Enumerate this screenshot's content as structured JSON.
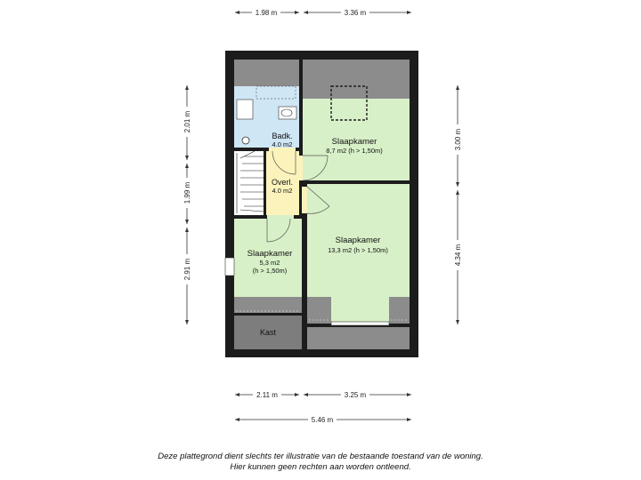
{
  "dimensions": {
    "top_left": "1.98 m",
    "top_right": "3.36 m",
    "bottom_left": "2.11 m",
    "bottom_right": "3.25 m",
    "bottom_total": "5.46 m",
    "left_top": "2.01 m",
    "left_middle": "1.99 m",
    "left_bottom": "2.91 m",
    "right_top": "3.00 m",
    "right_bottom": "4.34 m"
  },
  "rooms": {
    "badk": {
      "name": "Badk.",
      "area": "4.0 m2"
    },
    "overl": {
      "name": "Overl.",
      "area": "4.0 m2"
    },
    "slaapkamer_top": {
      "name": "Slaapkamer",
      "area": "8,7 m2 (h > 1,50m)"
    },
    "slaapkamer_big": {
      "name": "Slaapkamer",
      "area": "13,3 m2 (h > 1,50m)"
    },
    "slaapkamer_small": {
      "name": "Slaapkamer",
      "area": "5,3 m2",
      "note": "(h > 1,50m)"
    },
    "kast": {
      "name": "Kast"
    }
  },
  "colors": {
    "bedroom": "#d8f0c8",
    "landing": "#fbf3bb",
    "bathroom": "#cfe6f5",
    "attic": "#8c8c8c",
    "wall": "#1c1c1c"
  },
  "disclaimer": {
    "line1": "Deze plattegrond dient slechts ter illustratie van de bestaande toestand van de woning.",
    "line2": "Hier kunnen geen rechten aan worden ontleend."
  }
}
